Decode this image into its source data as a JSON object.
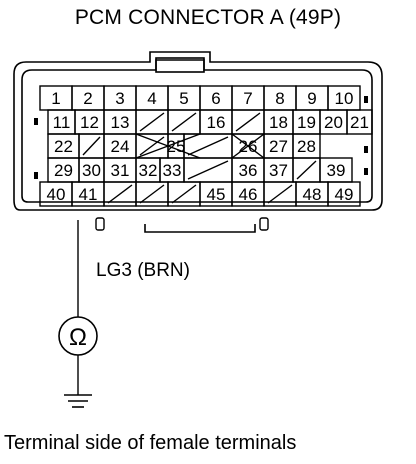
{
  "title": "PCM CONNECTOR A (49P)",
  "footer": "Terminal side of female terminals",
  "wire_label": "LG3 (BRN)",
  "meter_symbol": "Ω",
  "probe_terminal": "41",
  "connector": {
    "rows": [
      [
        "1",
        "2",
        "3",
        "4",
        "5",
        "6",
        "7",
        "8",
        "9",
        "10"
      ],
      [
        "11",
        "12",
        "13",
        "",
        "",
        "16",
        "",
        "18",
        "19",
        "20",
        "21"
      ],
      [
        "22",
        "",
        "24",
        "",
        "25",
        "",
        "26",
        "27",
        "28"
      ],
      [
        "29",
        "30",
        "31",
        "32",
        "33",
        "",
        "36",
        "37",
        "",
        "39"
      ],
      [
        "40",
        "41",
        "",
        "",
        "",
        "45",
        "46",
        "",
        "48",
        "49"
      ]
    ]
  }
}
